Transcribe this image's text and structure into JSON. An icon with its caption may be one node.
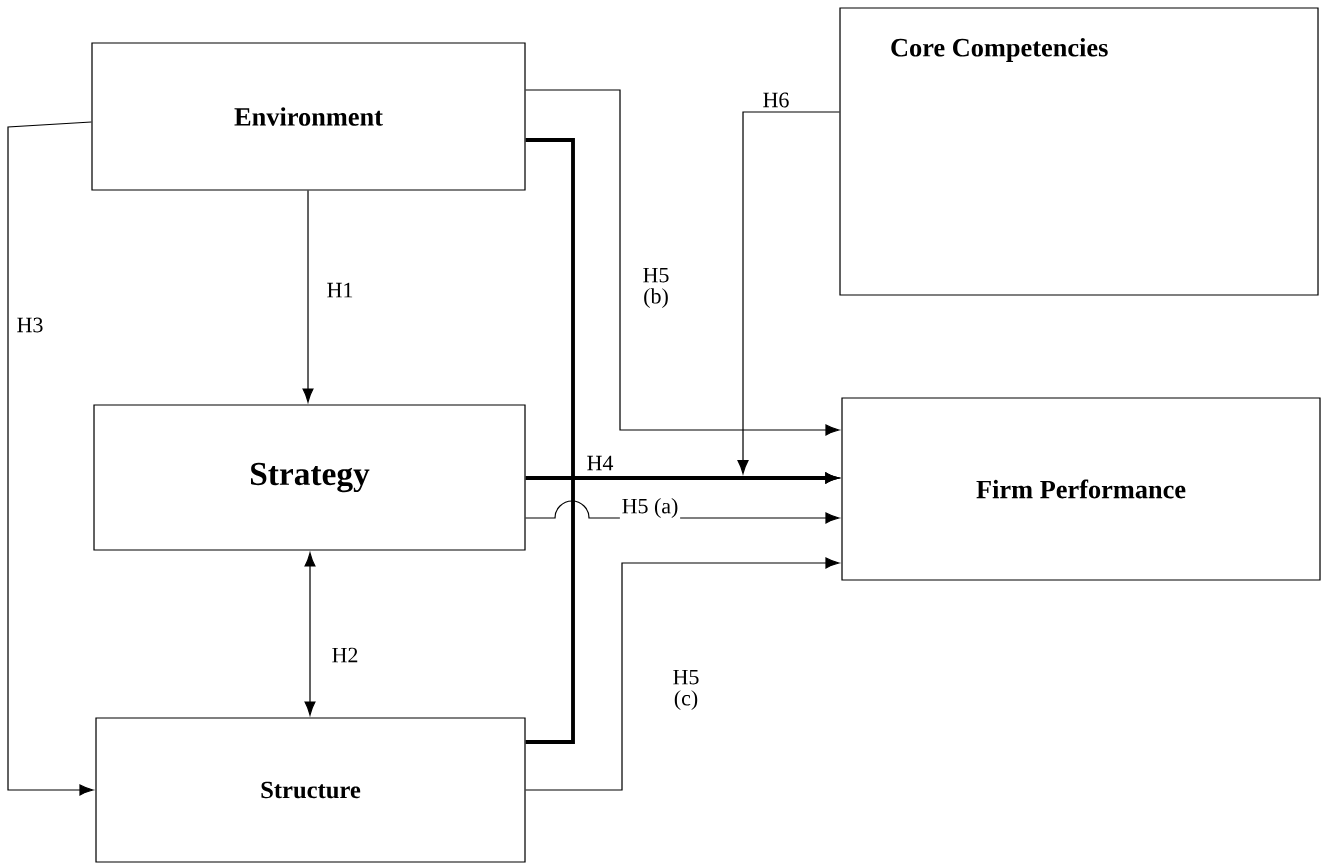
{
  "diagram": {
    "nodes": [
      {
        "text": [
          "Environment"
        ]
      },
      {
        "text": [
          "Core Competencies"
        ]
      },
      {
        "text": [
          "Strategy"
        ]
      },
      {
        "text": [
          "Firm Performance"
        ]
      },
      {
        "text": [
          "Structure"
        ]
      }
    ],
    "edges": [
      {
        "from": 0,
        "to": 2,
        "arrow": "to",
        "label": "H1"
      },
      {
        "from": 2,
        "to": 4,
        "arrow": "both",
        "label": "H2"
      },
      {
        "from": 0,
        "to": 4,
        "arrow": "to",
        "label": "H3"
      },
      {
        "from": 0,
        "to": 3,
        "arrow": "to",
        "style": "thick"
      },
      {
        "from": 2,
        "to": 3,
        "arrow": "to",
        "style": "thick",
        "label": "H4"
      },
      {
        "from": 4,
        "to": 3,
        "arrow": "to",
        "style": "thick"
      },
      {
        "from": 0,
        "to": 3,
        "arrow": "to",
        "label": "H5 (b)"
      },
      {
        "from": 2,
        "to": 3,
        "arrow": "to",
        "label": "H5 (a)"
      },
      {
        "from": 4,
        "to": 3,
        "arrow": "to",
        "label": "H5 (c)"
      },
      {
        "from": 1,
        "to": null,
        "arrow": "to",
        "label": "H6"
      }
    ]
  }
}
